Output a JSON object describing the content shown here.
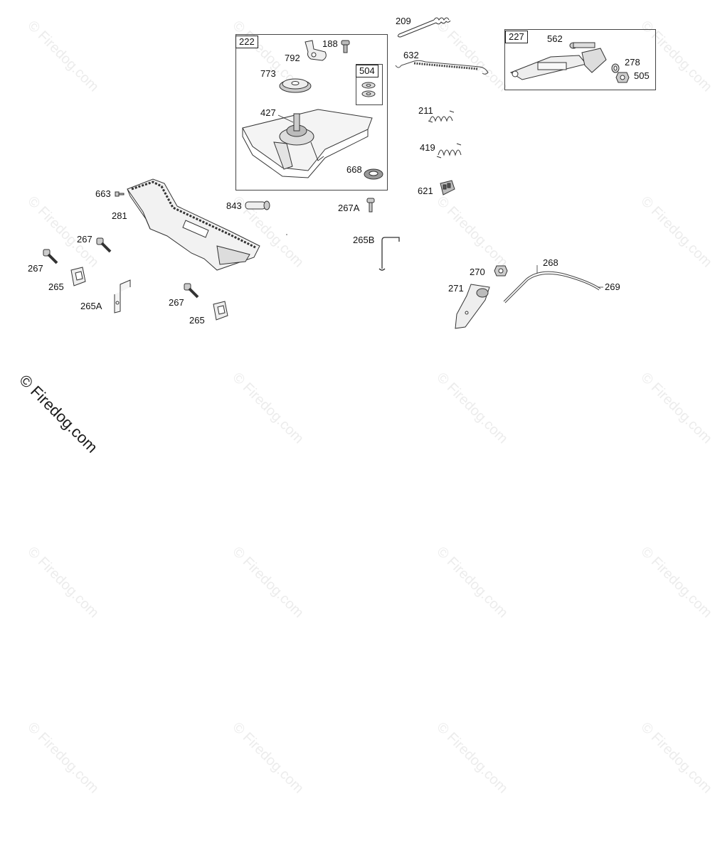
{
  "watermark": {
    "text": "© Firedog.com"
  },
  "group_boxes": [
    {
      "id": "group-222",
      "label": "222"
    },
    {
      "id": "group-227",
      "label": "227"
    },
    {
      "id": "group-504",
      "label": "504"
    }
  ],
  "part_labels": {
    "p209": "209",
    "p188": "188",
    "p792": "792",
    "p773": "773",
    "p632": "632",
    "p562": "562",
    "p278": "278",
    "p505": "505",
    "p427": "427",
    "p211": "211",
    "p419": "419",
    "p668": "668",
    "p621": "621",
    "p663": "663",
    "p281": "281",
    "p843": "843",
    "p267A": "267A",
    "p265B": "265B",
    "p267a": "267",
    "p267b": "267",
    "p267c": "267",
    "p265a": "265",
    "p265A": "265A",
    "p265b": "265",
    "p270": "270",
    "p268": "268",
    "p271": "271",
    "p269": "269"
  }
}
